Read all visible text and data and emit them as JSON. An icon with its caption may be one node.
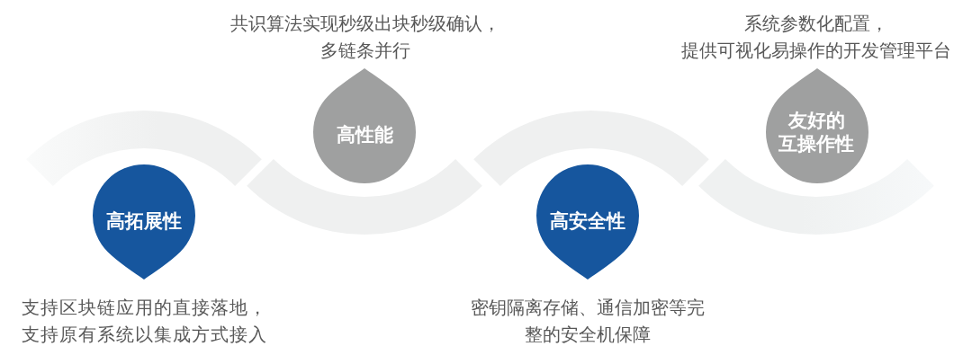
{
  "diagram": {
    "nodes": [
      {
        "text": [
          "高拓展性"
        ],
        "beside": [
          "支持区块链应用的直接落地，支持原有系统以集成方式接入"
        ]
      },
      {
        "text": [
          "高性能"
        ],
        "beside": [
          "共识算法实现秒级出块秒级确认，多链条并行"
        ]
      },
      {
        "text": [
          "高安全性"
        ],
        "beside": [
          "密钥隔离存储、通信加密等完整的安全机保障"
        ]
      },
      {
        "text": [
          "友好的互操作性"
        ],
        "beside": [
          "系统参数化配置，",
          "提供可视化易操作的开发管理平台"
        ]
      }
    ]
  }
}
